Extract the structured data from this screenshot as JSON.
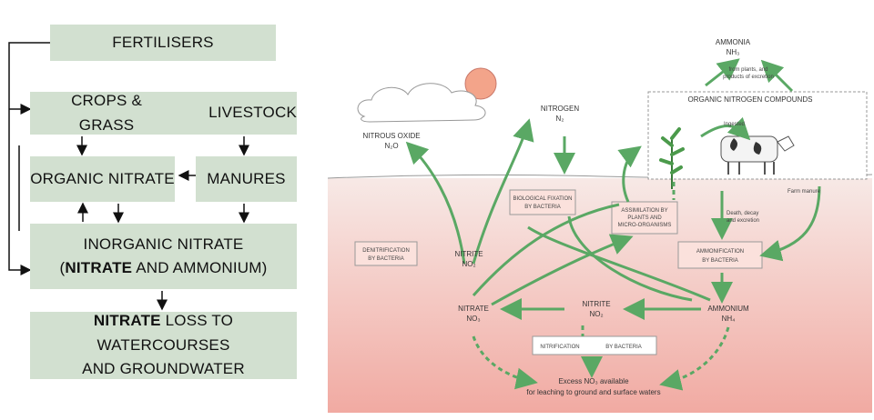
{
  "left": {
    "fertilisers": "FERTILISERS",
    "crops_grass": "CROPS & GRASS",
    "livestock": "LIVESTOCK",
    "organic_nitrate": "ORGANIC NITRATE",
    "manures": "MANURES",
    "inorganic_line1": "INORGANIC NITRATE",
    "inorganic_open": "(",
    "inorganic_nitrate_word": "NITRATE",
    "inorganic_rest": " AND AMMONIUM)",
    "loss_nitrate_word": "NITRATE",
    "loss_rest": " LOSS TO WATERCOURSES",
    "loss_line2": "AND GROUNDWATER"
  },
  "right": {
    "ammonia": "AMMONIA",
    "ammonia_formula": "NH₃",
    "from_plants": "from plants, and",
    "products_excretion": "products of excretion",
    "organic_compounds": "ORGANIC NITROGEN COMPOUNDS",
    "ingested": "Ingested",
    "farm_manure": "Farm manure",
    "death_decay": "Death, decay",
    "and_excretion": "and excretion",
    "nitrogen": "NITROGEN",
    "nitrogen_formula": "N₂",
    "nitrous_oxide": "NITROUS OXIDE",
    "nitrous_formula": "N₂O",
    "bio_fix_1": "BIOLOGICAL FIXATION",
    "bio_fix_2": "BY BACTERIA",
    "assim_1": "ASSIMILATION BY",
    "assim_2": "PLANTS AND",
    "assim_3": "MICRO-ORGANISMS",
    "denit_1": "DENITRIFICATION",
    "denit_2": "BY BACTERIA",
    "nitrite_upper": "NITRITE",
    "nitrite_upper_formula": "NO₂",
    "ammonif_1": "AMMONIFICATION",
    "ammonif_2": "BY BACTERIA",
    "nitrate": "NITRATE",
    "nitrate_formula": "NO₃",
    "nitrite_mid": "NITRITE",
    "nitrite_mid_formula": "NO₂",
    "ammonium": "AMMONIUM",
    "ammonium_formula": "NH₄",
    "nitrification": "NITRIFICATION",
    "by_bacteria": "BY BACTERIA",
    "excess_1": "Excess NO₃ available",
    "excess_2": "for leaching to ground and surface waters"
  },
  "colors": {
    "box_fill": "#d2e0d0",
    "arrow_green": "#5aa864",
    "soil_top": "#f7e9e6",
    "soil_bottom": "#f1aaa2"
  }
}
